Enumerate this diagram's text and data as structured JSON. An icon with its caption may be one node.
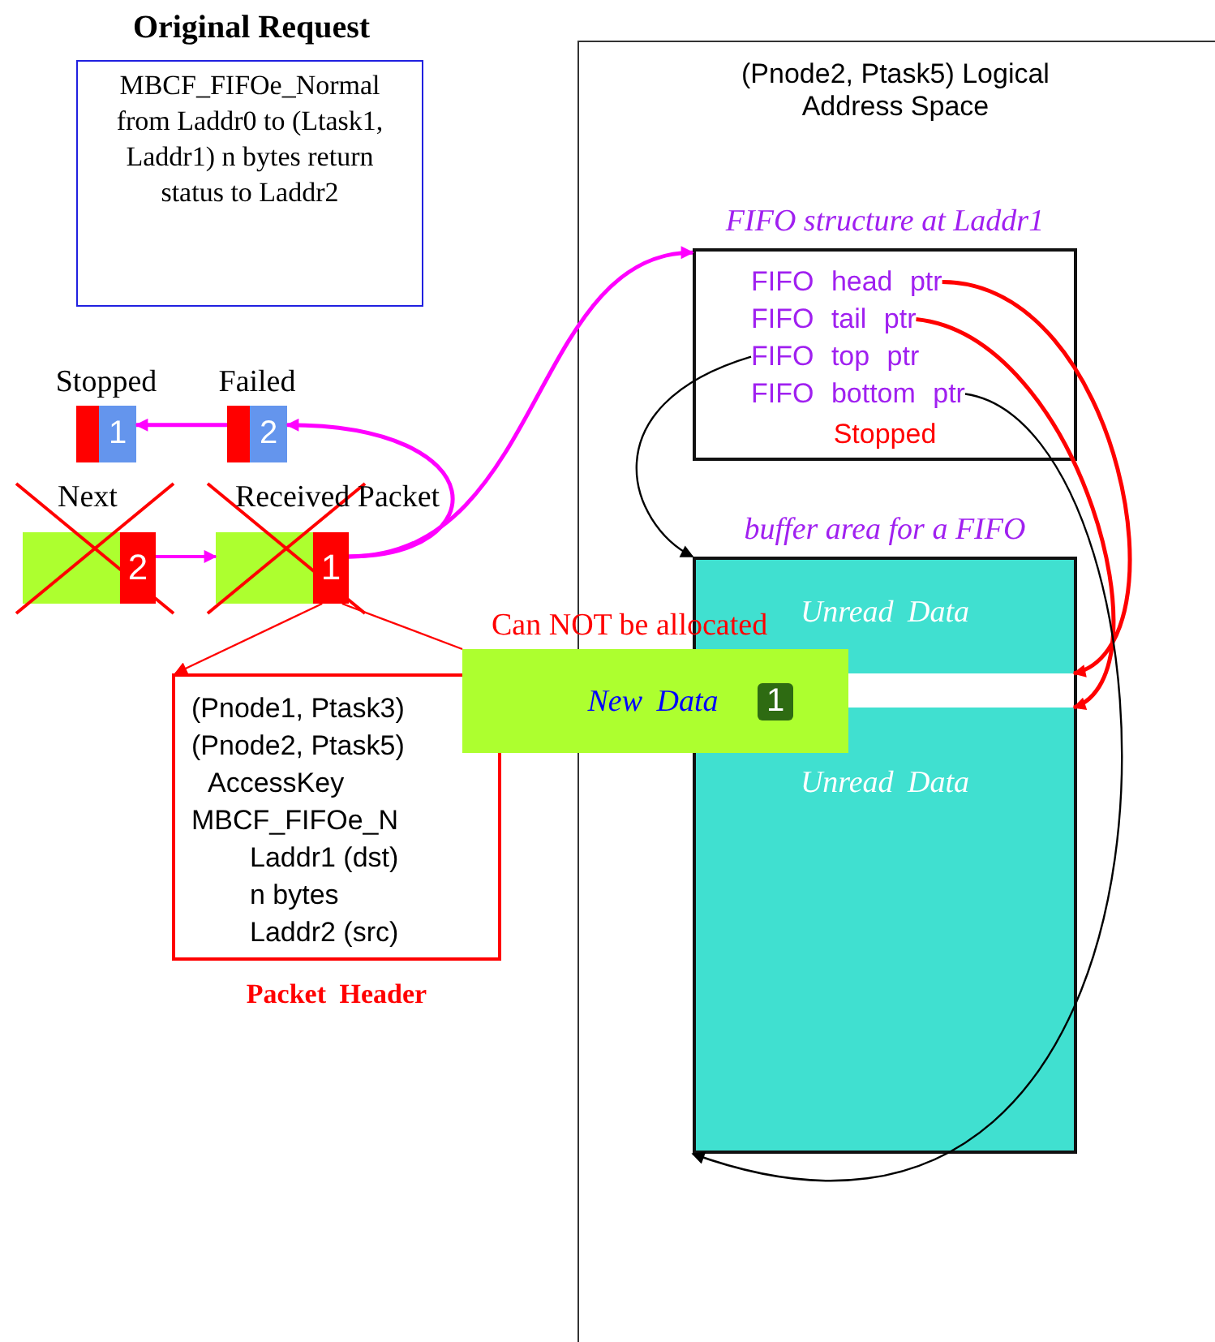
{
  "diagram": {
    "nodes": [
      {
        "text": [
          "Original Request",
          "MBCF_FIFOe_Normal from Laddr0 to (Ltask1, Laddr1) n bytes return status to Laddr2"
        ]
      },
      {
        "text": [
          "Stopped",
          "1"
        ]
      },
      {
        "text": [
          "Failed",
          "2"
        ]
      },
      {
        "text": [
          "Next",
          "2"
        ]
      },
      {
        "text": [
          "Received Packet",
          "1"
        ]
      },
      {
        "text": [
          "(Pnode1, Ptask3)",
          "(Pnode2, Ptask5)",
          "AccessKey",
          "MBCF_FIFOe_N",
          "Laddr1 (dst)",
          "n bytes",
          "Laddr2 (src)",
          "Packet Header"
        ]
      },
      {
        "text": [
          "New Data",
          "1"
        ],
        "beside": [
          "Can NOT be allocated"
        ]
      },
      {
        "text": [
          "(Pnode2, Ptask5) Logical Address Space"
        ]
      },
      {
        "text": [
          "FIFO structure at Laddr1",
          "Stopped"
        ],
        "in": 7
      },
      {
        "text": [
          "FIFO head ptr"
        ],
        "in": 8
      },
      {
        "text": [
          "FIFO tail ptr"
        ],
        "in": 8
      },
      {
        "text": [
          "FIFO top ptr"
        ],
        "in": 8
      },
      {
        "text": [
          "FIFO bottom ptr"
        ],
        "in": 8
      },
      {
        "text": [
          "buffer area for a FIFO"
        ],
        "in": 7
      },
      {
        "text": [
          "Unread Data"
        ],
        "in": 13
      },
      {
        "text": [],
        "shape": "box",
        "in": 13
      },
      {
        "text": [
          "Unread Data"
        ],
        "in": 13
      }
    ],
    "edges": [
      {
        "from": 3,
        "to": 4,
        "arrow": "to",
        "color": "#ff00ff"
      },
      {
        "from": 4,
        "to": 2,
        "arrow": "to",
        "color": "#ff00ff"
      },
      {
        "from": 2,
        "to": 1,
        "arrow": "to",
        "color": "#ff00ff"
      },
      {
        "from": 4,
        "to": 8,
        "arrow": "to",
        "color": "#ff00ff"
      },
      {
        "from": 4,
        "to": 5,
        "arrow": "to",
        "color": "#ff0000"
      },
      {
        "from": 4,
        "to": 6,
        "arrow": "none",
        "color": "#ff0000"
      },
      {
        "from": 9,
        "to": 15,
        "arrow": "to",
        "color": "#ff0000"
      },
      {
        "from": 10,
        "to": 15,
        "arrow": "to",
        "color": "#ff0000"
      },
      {
        "from": 11,
        "to": 13,
        "arrow": "to",
        "color": "#000000"
      },
      {
        "from": 12,
        "to": 13,
        "arrow": "to",
        "color": "#000000"
      }
    ]
  }
}
